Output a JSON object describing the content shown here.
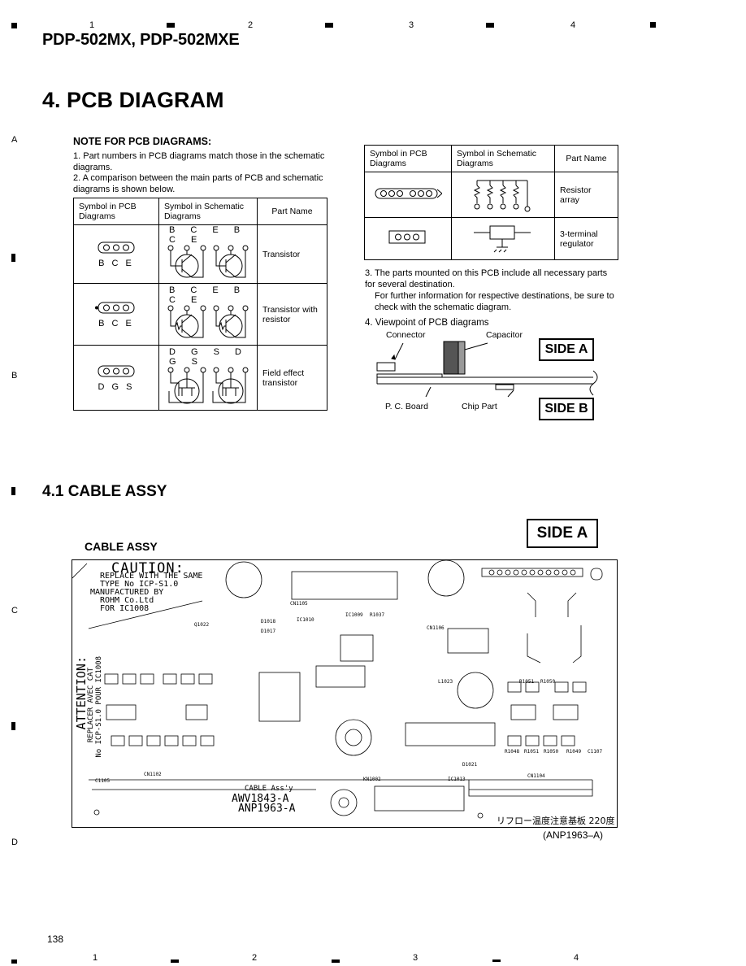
{
  "header": {
    "column_numbers": [
      "1",
      "2",
      "3",
      "4"
    ],
    "model_title": "PDP-502MX, PDP-502MXE"
  },
  "row_letters": [
    "A",
    "B",
    "C",
    "D"
  ],
  "section_title": "4. PCB DIAGRAM",
  "note": {
    "title": "NOTE FOR PCB DIAGRAMS:",
    "item1": "1. Part numbers in PCB diagrams match those in the schematic diagrams.",
    "item2": "2. A comparison between the main parts of PCB and schematic diagrams is shown below.",
    "item3_line1": "3. The parts mounted on this PCB include all necessary parts for several destination.",
    "item3_line2": "For further information for respective destinations, be sure to check with the schematic diagram.",
    "item4": "4. Viewpoint of PCB diagrams"
  },
  "table_left": {
    "headers": [
      "Symbol in PCB Diagrams",
      "Symbol in Schematic Diagrams",
      "Part Name"
    ],
    "rows": [
      {
        "pcb_pins": "B C E",
        "schem_pins": "B C E B C E",
        "part": "Transistor"
      },
      {
        "pcb_pins": "B C E",
        "schem_pins": "B C E B C E",
        "part": "Transistor with resistor"
      },
      {
        "pcb_pins": "D G S",
        "schem_pins": "D G S D G S",
        "part": "Field effect transistor"
      }
    ]
  },
  "table_right": {
    "headers": [
      "Symbol in PCB Diagrams",
      "Symbol in Schematic Diagrams",
      "Part Name"
    ],
    "rows": [
      {
        "part": "Resistor array"
      },
      {
        "part": "3-terminal regulator"
      }
    ]
  },
  "viewpoint": {
    "connector": "Connector",
    "capacitor": "Capacitor",
    "pc_board": "P. C. Board",
    "chip_part": "Chip Part",
    "side_a": "SIDE A",
    "side_b": "SIDE B"
  },
  "subsection_title": "4.1 CABLE ASSY",
  "cable_assy_label": "CABLE ASSY",
  "side_a_label": "SIDE A",
  "pcb": {
    "caution": "CAUTION:",
    "caution_lines": [
      "REPLACE WITH THE SAME",
      "TYPE No ICP-S1.0",
      "MANUFACTURED BY",
      "ROHM Co.Ltd",
      "FOR IC1008"
    ],
    "attention": "ATTENTION:",
    "vertical_lines": [
      "REPLACER AVEC CAT",
      "No ICP-S1.0 POUR IC1008"
    ],
    "cable_text": [
      "CABLE Ass'y",
      "AWV1843-A",
      "ANP1963-A"
    ],
    "japanese_note": "リフロー温度注意基板 220度",
    "refs": [
      "CN1105",
      "IC1009",
      "R1037",
      "CN1106",
      "IC1010",
      "D1018",
      "D1017",
      "Q1022",
      "R1051",
      "R1050",
      "L1023",
      "CN1102",
      "CN1104",
      "C1105",
      "KN1002",
      "D1021",
      "IC1013",
      "C1107",
      "R1048",
      "R1051",
      "R1050",
      "R1049"
    ]
  },
  "figure_code": "(ANP1963–A)",
  "page_number": "138"
}
